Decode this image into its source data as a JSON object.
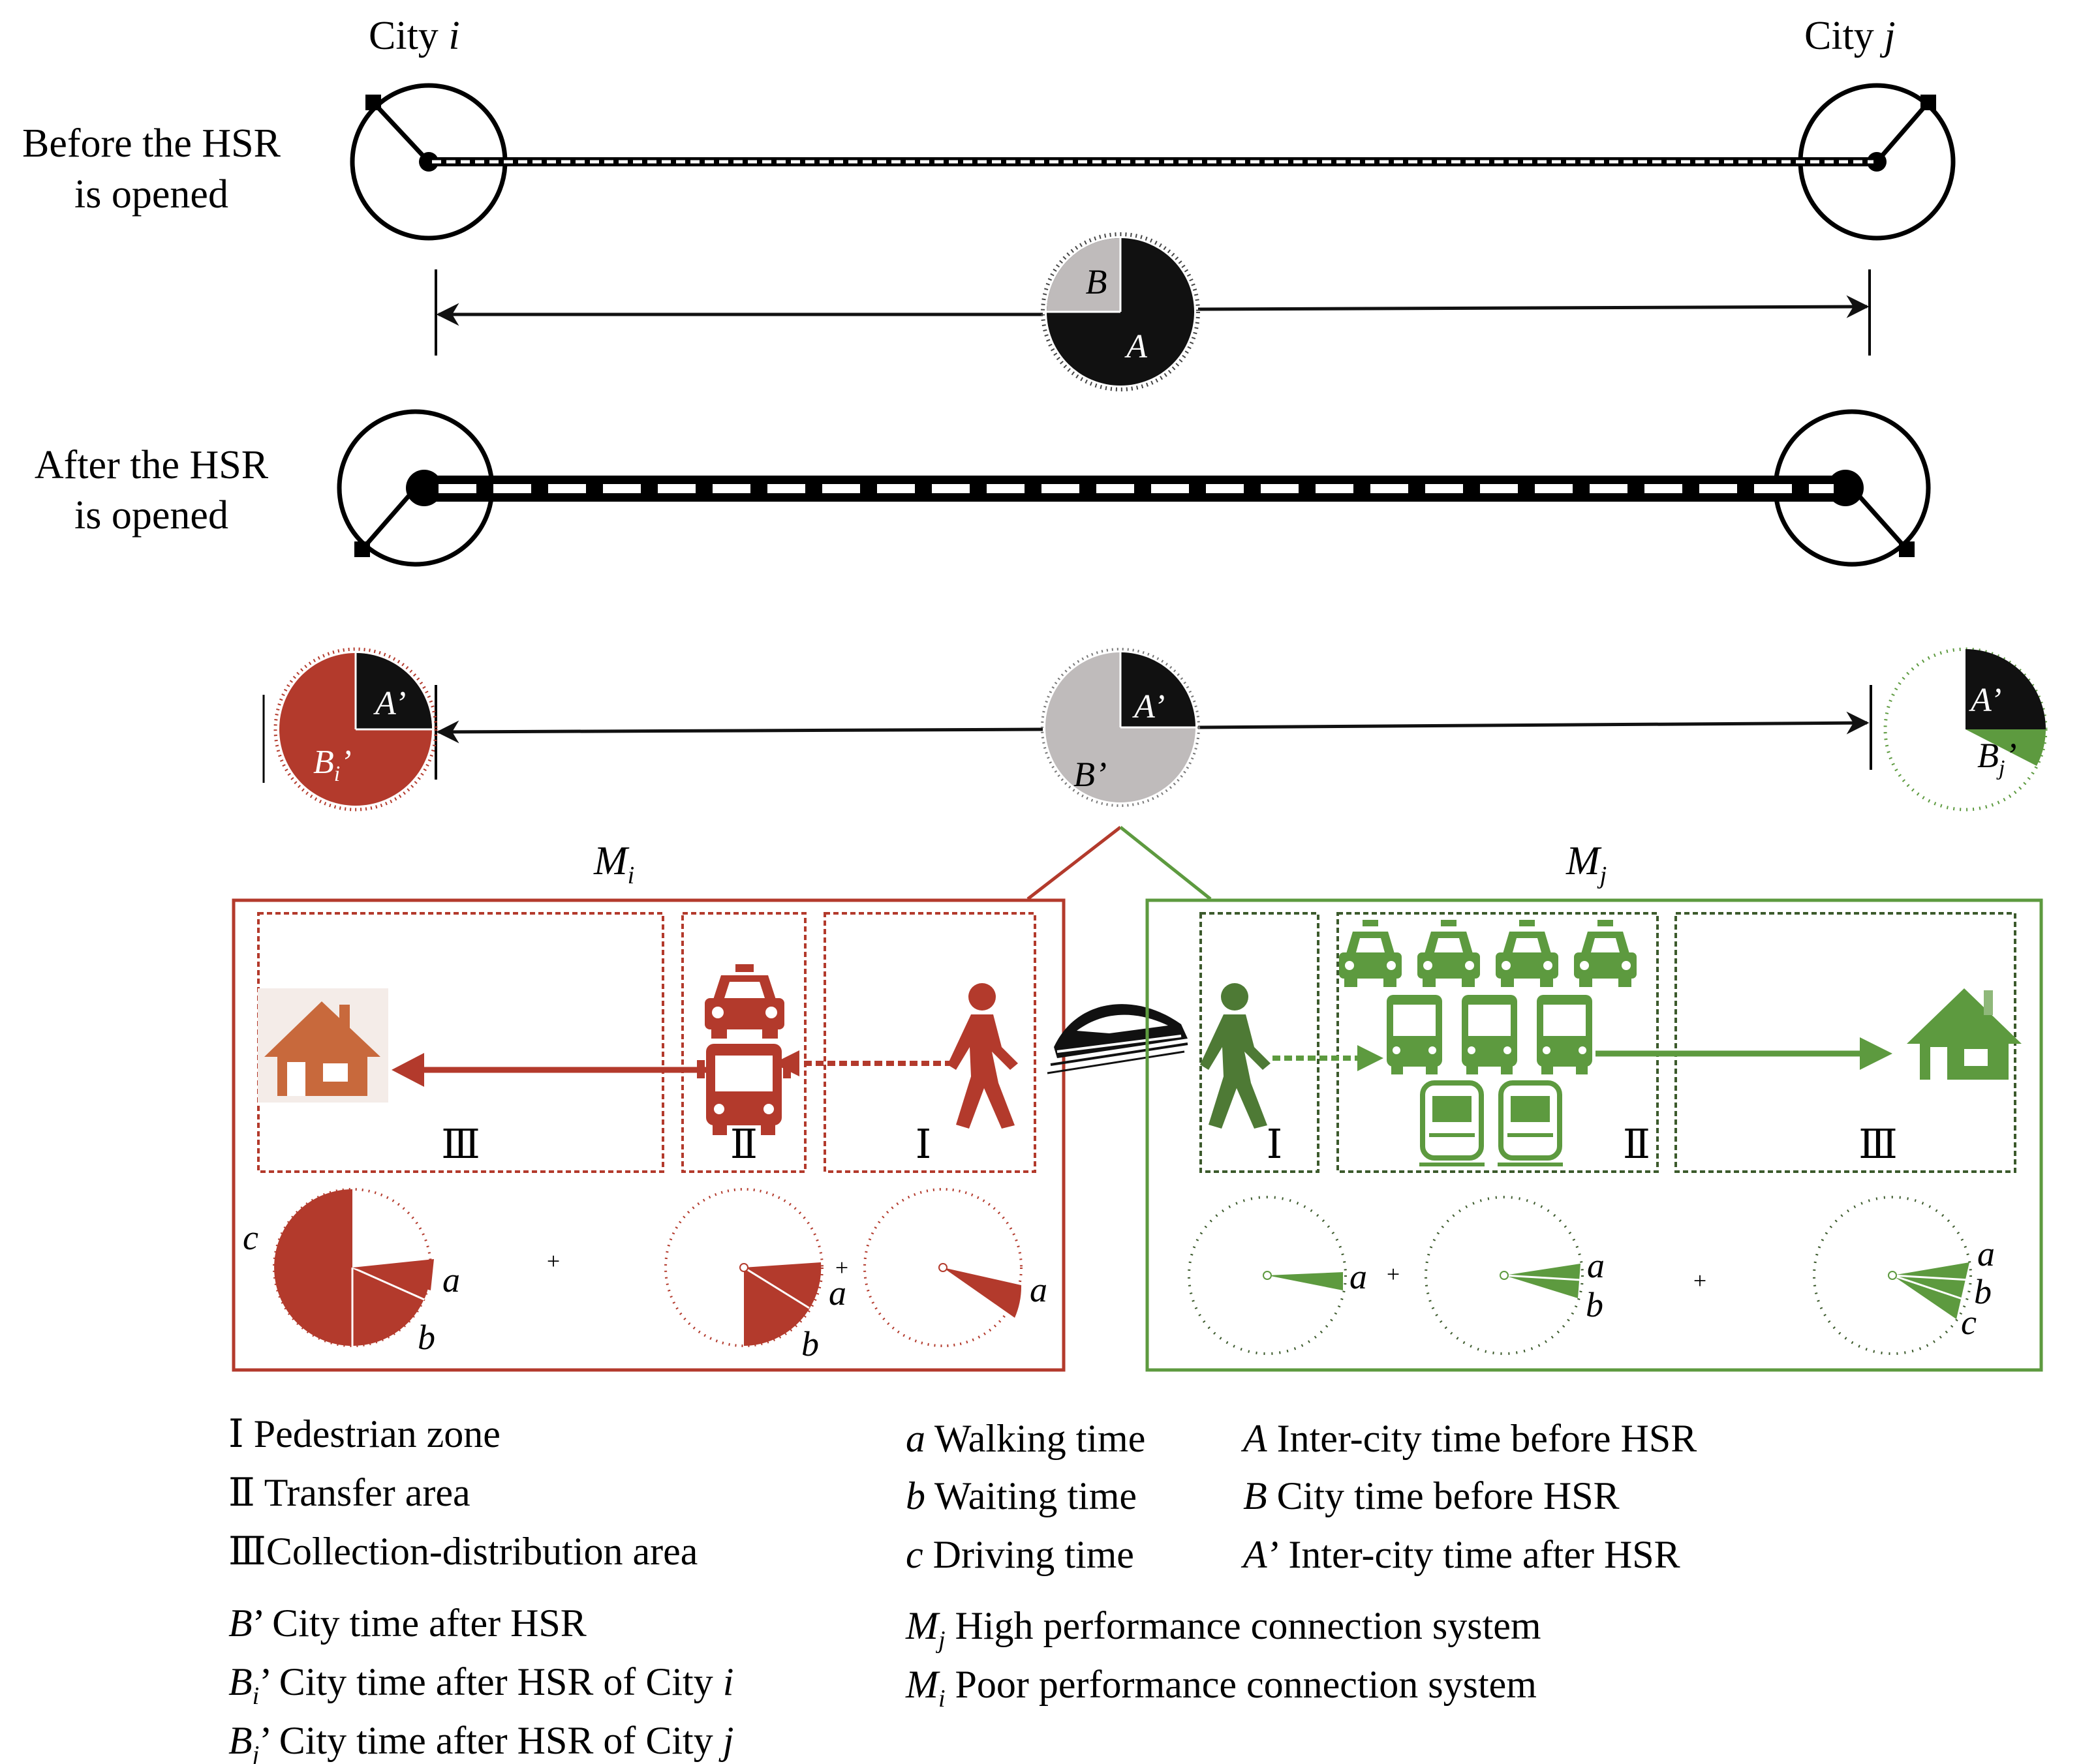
{
  "cities": {
    "left": "City ",
    "left_sym": "i",
    "right": "City ",
    "right_sym": "j"
  },
  "rows": {
    "before": [
      "Before the HSR",
      "is opened"
    ],
    "after": [
      "After the HSR",
      "is opened"
    ]
  },
  "pie_labels": {
    "A": "A",
    "B": "B",
    "A_prime": "A’",
    "B_prime": "B’",
    "Bi_prime_main": "B",
    "Bi_prime_sub": "i",
    "Bi_prime_mark": "’",
    "Bj_prime_main": "B",
    "Bj_prime_sub": "j",
    "Bj_prime_mark": "’"
  },
  "systems": {
    "Mi_main": "M",
    "Mi_sub": "i",
    "Mj_main": "M",
    "Mj_sub": "j"
  },
  "zones": {
    "I": "Ⅰ",
    "II": "Ⅱ",
    "III": "Ⅲ"
  },
  "clock_labels": {
    "a": "a",
    "b": "b",
    "c": "c",
    "plus": "+"
  },
  "colors": {
    "poor": "#b33a2c",
    "good": "#5d9a3f",
    "grey": "#bfbbbb",
    "dark": "#111111",
    "house_orange": "#c8693c"
  },
  "legend": {
    "zones": [
      {
        "sym": "Ⅰ",
        "text": " Pedestrian zone"
      },
      {
        "sym": "Ⅱ",
        "text": " Transfer area"
      },
      {
        "sym": "Ⅲ",
        "text": "Collection-distribution area"
      }
    ],
    "bprime": [
      {
        "main": "B",
        "sub": "",
        "text": "’ City time after HSR"
      },
      {
        "main": "B",
        "sub": "i",
        "text": "’ City time after HSR of City ",
        "city": "i"
      },
      {
        "main": "B",
        "sub": "j",
        "text": "’ City time after HSR of City ",
        "city": "j"
      }
    ],
    "times": [
      {
        "sym": "a",
        "text": " Walking time"
      },
      {
        "sym": "b",
        "text": " Waiting time"
      },
      {
        "sym": "c",
        "text": " Driving time"
      }
    ],
    "systems": [
      {
        "main": "M",
        "sub": "j",
        "text": " High performance connection system"
      },
      {
        "main": "M",
        "sub": "i",
        "text": "  Poor performance connection system"
      }
    ],
    "inter": [
      {
        "sym": "A",
        "text": " Inter-city time before HSR"
      },
      {
        "sym": "B",
        "text": " City time before HSR"
      },
      {
        "sym": "A’",
        "text": " Inter-city time after HSR"
      }
    ]
  }
}
